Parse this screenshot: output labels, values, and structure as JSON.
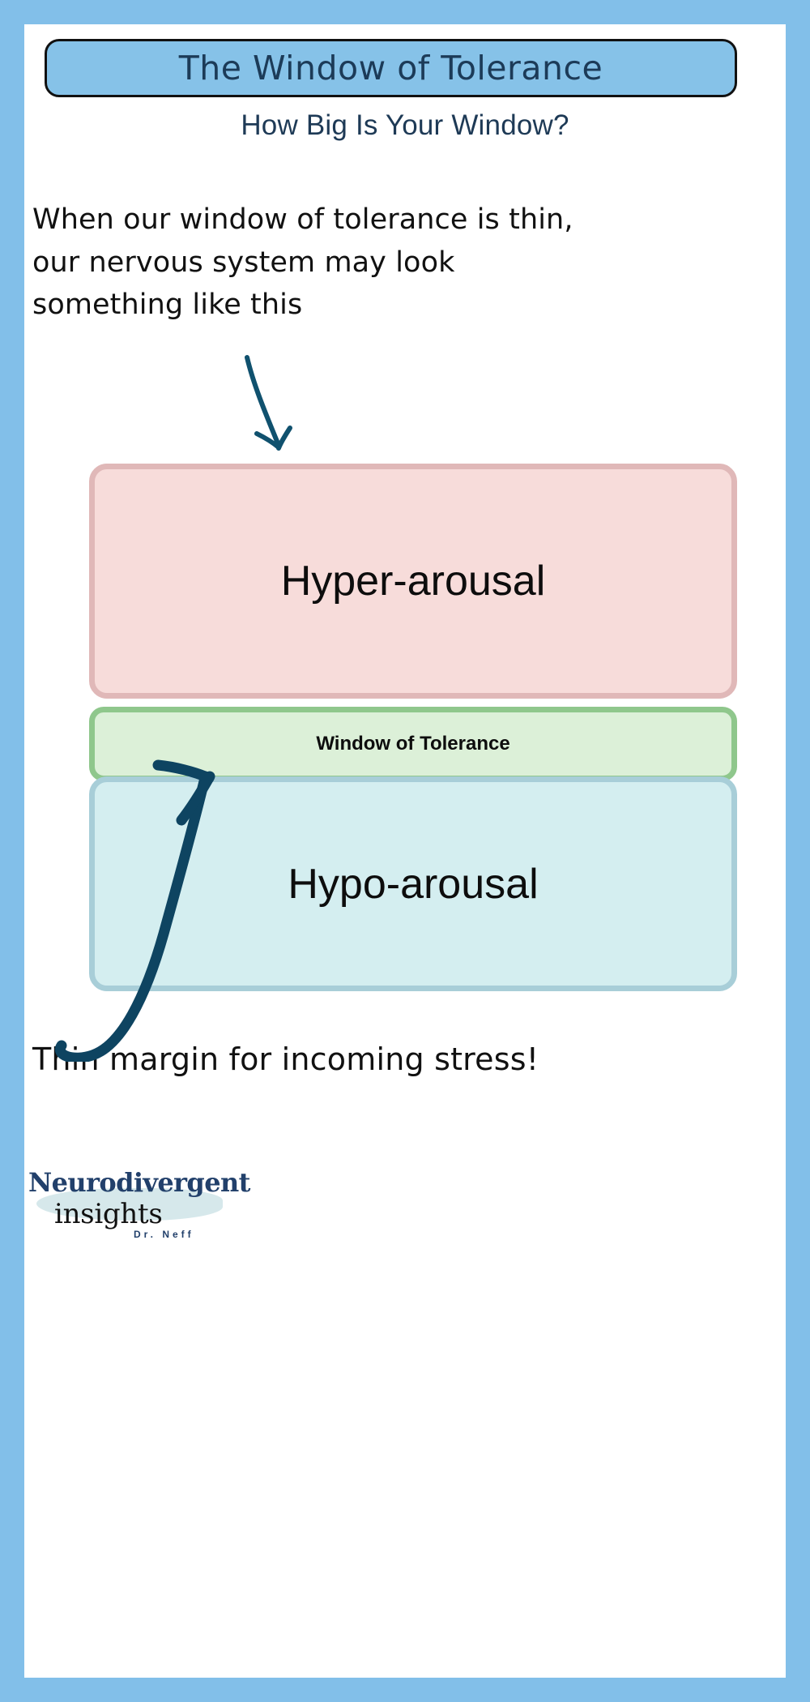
{
  "frame": {
    "border_color": "#82bfe9",
    "background_color": "#ffffff"
  },
  "header": {
    "title": "The Window of Tolerance",
    "title_pill_color": "#86c2e8",
    "title_text_color": "#1c3b58",
    "subtitle": "How Big Is Your Window?",
    "subtitle_color": "#1e3a56"
  },
  "intro": {
    "text": "When our window of tolerance is thin, our nervous system may look something like this"
  },
  "diagram": {
    "down_arrow_name": "hand-drawn-down-arrow",
    "pointer_arrow_name": "hand-drawn-curved-arrow",
    "arrow_color": "#10516e",
    "pointer_arrow_color": "#0e4461",
    "bands": [
      {
        "label": "Hyper-arousal",
        "fill": "#f7dcda",
        "border": "#e0b8b8"
      },
      {
        "label": "Window of Tolerance",
        "fill": "#dcf0d8",
        "border": "#8fc78c"
      },
      {
        "label": "Hypo-arousal",
        "fill": "#d4eef0",
        "border": "#a8ced8"
      }
    ]
  },
  "caption": {
    "text": "Thin margin for incoming stress!"
  },
  "logo": {
    "line1": "Neurodivergent",
    "line2": "insights",
    "line3": "Dr. Neff",
    "brush_color": "#cfe4e8",
    "text_color": "#22406b"
  }
}
